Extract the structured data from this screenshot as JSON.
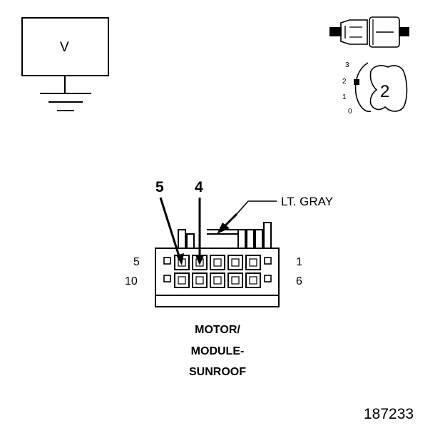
{
  "meter": {
    "display_label": "V",
    "icon": "voltmeter-icon"
  },
  "probe_icon": "meter-probe-icon",
  "selector": {
    "icon": "rotary-selector-icon",
    "positions": [
      "3",
      "2",
      "1",
      "0"
    ],
    "active_number": "2"
  },
  "connector": {
    "callouts": [
      "5",
      "4"
    ],
    "row_labels": {
      "top_left": "5",
      "top_right": "1",
      "bottom_left": "10",
      "bottom_right": "6"
    },
    "wire_color": "LT. GRAY",
    "caption": [
      "MOTOR/",
      "MODULE-",
      "SUNROOF"
    ]
  },
  "figure_number": "187233"
}
